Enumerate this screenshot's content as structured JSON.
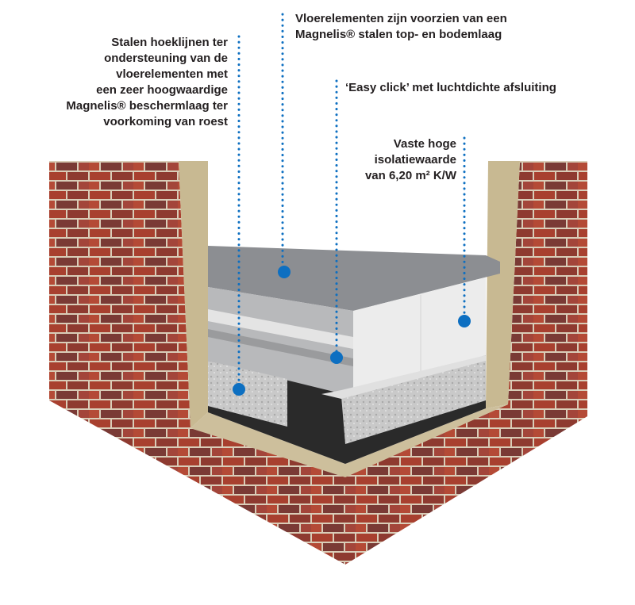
{
  "annotations": [
    {
      "id": "steel-angles",
      "lines": [
        "Stalen hoeklijnen ter",
        "ondersteuning van de",
        "vloerelementen met",
        "een zeer hoogwaardige",
        "Magnelis® beschermlaag ter",
        "voorkoming van roest"
      ]
    },
    {
      "id": "floor-elements",
      "lines": [
        "Vloerelementen zijn voorzien van een",
        "Magnelis® stalen top- en bodemlaag"
      ]
    },
    {
      "id": "easy-click",
      "lines": [
        "‘Easy click’ met luchtdichte afsluiting"
      ]
    },
    {
      "id": "insulation-value",
      "lines": [
        "Vaste hoge",
        "isolatiewaarde",
        "van 6,20 m² K/W"
      ]
    }
  ],
  "colors": {
    "marker": "#0d6fc1",
    "text": "#231f20",
    "brick": "#a8402f",
    "insulation": "#c8b992"
  }
}
